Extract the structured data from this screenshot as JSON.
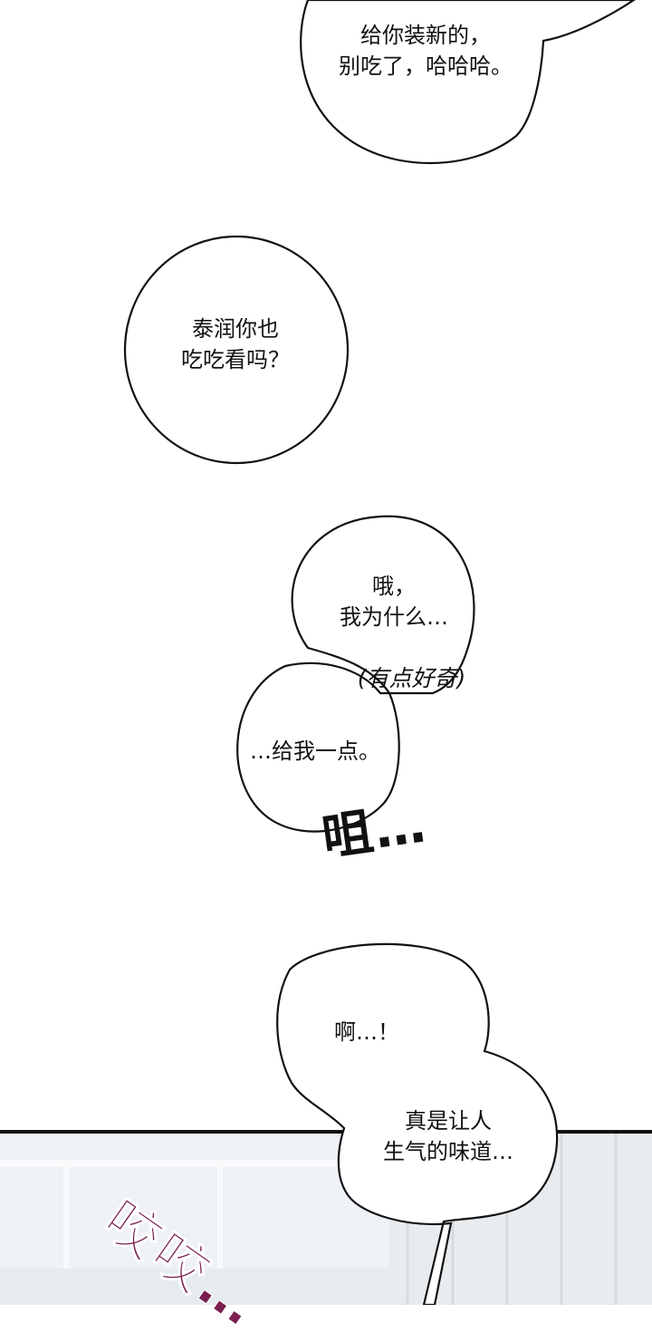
{
  "bubbles": [
    {
      "id": "b1",
      "lines": [
        "给你装新的，",
        "别吃了，哈哈哈。"
      ]
    },
    {
      "id": "b2",
      "lines": [
        "泰润你也",
        "吃吃看吗？"
      ]
    },
    {
      "id": "b3",
      "lines": [
        "哦，",
        "我为什么…"
      ]
    },
    {
      "id": "b4",
      "lines": [
        "…给我一点。"
      ]
    },
    {
      "id": "b5",
      "lines": [
        "啊…！"
      ]
    },
    {
      "id": "b6",
      "lines": [
        "真是让人",
        "生气的味道…"
      ]
    }
  ],
  "aside": "(有点好奇)",
  "sfx": {
    "crunch": "咀…",
    "bite": "咬咬…"
  },
  "colors": {
    "bite_sfx": "#7a1f4f",
    "line": "#111111"
  }
}
